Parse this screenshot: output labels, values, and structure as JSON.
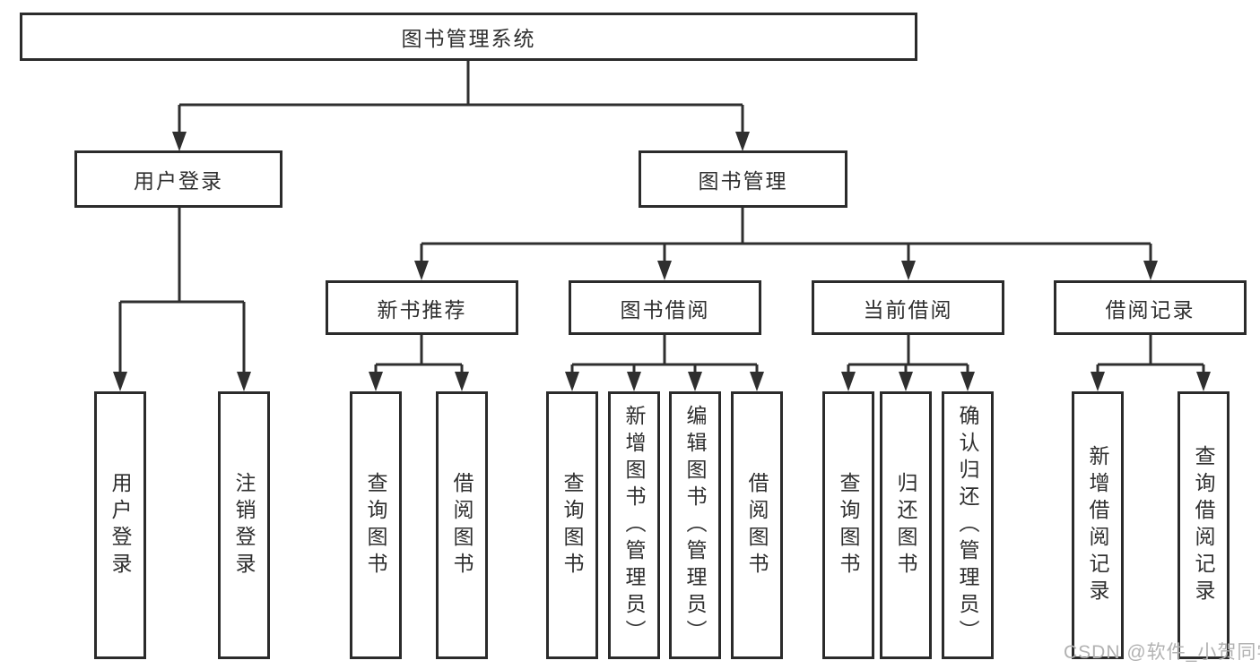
{
  "diagram": {
    "root": {
      "label": "图书管理系统",
      "children": [
        {
          "label": "用户登录",
          "children": [
            {
              "label": "用户登录"
            },
            {
              "label": "注销登录"
            }
          ]
        },
        {
          "label": "图书管理",
          "children": [
            {
              "label": "新书推荐",
              "children": [
                {
                  "label": "查询图书"
                },
                {
                  "label": "借阅图书"
                }
              ]
            },
            {
              "label": "图书借阅",
              "children": [
                {
                  "label": "查询图书"
                },
                {
                  "label": "新增图书（管理员）"
                },
                {
                  "label": "编辑图书（管理员）"
                },
                {
                  "label": "借阅图书"
                }
              ]
            },
            {
              "label": "当前借阅",
              "children": [
                {
                  "label": "查询图书"
                },
                {
                  "label": "归还图书"
                },
                {
                  "label": "确认归还（管理员）"
                }
              ]
            },
            {
              "label": "借阅记录",
              "children": [
                {
                  "label": "新增借阅记录"
                },
                {
                  "label": "查询借阅记录"
                }
              ]
            }
          ]
        }
      ]
    }
  },
  "watermark": {
    "text": "CSDN @软件_小贺同学",
    "color": "#b2b2b2"
  },
  "colors": {
    "line": "#2f2f2f",
    "box_border": "#2b2b2b",
    "text": "#2f2f2f",
    "background": "#ffffff"
  }
}
